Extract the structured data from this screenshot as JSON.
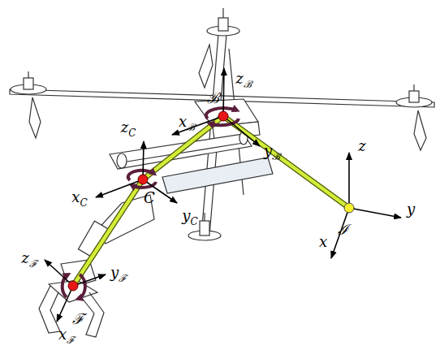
{
  "diagram": {
    "labels": [
      "zℬ",
      "xℬ",
      "ℬ",
      "yℬ",
      "zC",
      "z",
      "xC",
      "C",
      "yC",
      "y",
      "x",
      "ℐ",
      "zℱ",
      "yℱ",
      "xℱ",
      "ℱ"
    ]
  }
}
